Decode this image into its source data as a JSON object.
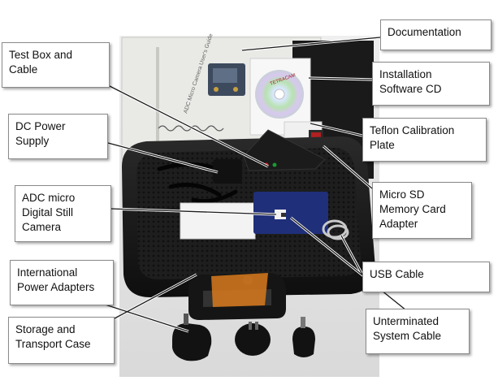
{
  "callouts": [
    {
      "id": "documentation",
      "lines": [
        "Documentation"
      ]
    },
    {
      "id": "test-box-cable",
      "lines": [
        "Test Box and",
        "Cable"
      ]
    },
    {
      "id": "installation-cd",
      "lines": [
        "Installation",
        "Software CD"
      ]
    },
    {
      "id": "dc-power",
      "lines": [
        "DC Power",
        "Supply"
      ]
    },
    {
      "id": "teflon-plate",
      "lines": [
        "Teflon Calibration",
        "Plate"
      ]
    },
    {
      "id": "adc-camera",
      "lines": [
        "ADC micro",
        "Digital Still",
        "Camera"
      ]
    },
    {
      "id": "micro-sd",
      "lines": [
        "Micro SD",
        "Memory Card",
        "Adapter"
      ]
    },
    {
      "id": "usb-cable",
      "lines": [
        "USB Cable"
      ]
    },
    {
      "id": "intl-adapters",
      "lines": [
        "International",
        "Power Adapters"
      ]
    },
    {
      "id": "storage-case",
      "lines": [
        "Storage and",
        "Transport Case"
      ]
    },
    {
      "id": "system-cable",
      "lines": [
        "Unterminated",
        "System Cable"
      ]
    }
  ],
  "photo_text": {
    "manual_title": "ADC Micro Camera User's Guide",
    "cd_label": "TETRACAM"
  },
  "colors": {
    "case_black": "#1c1c1c",
    "binder_white": "#e9e9e6",
    "camera_blue": "#1f2f7a",
    "handle_orange": "#d87a1c"
  }
}
